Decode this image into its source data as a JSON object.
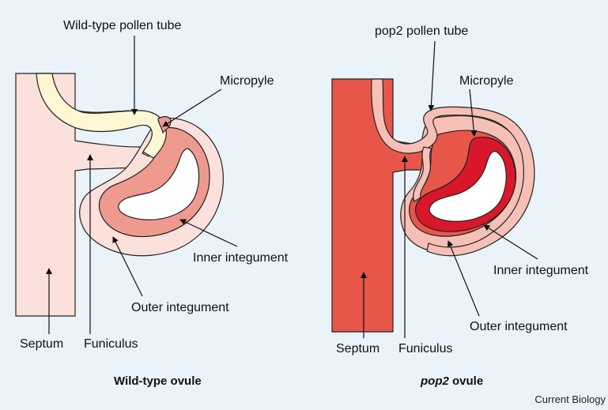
{
  "left_panel": {
    "pollen_tube_label": "Wild-type pollen tube",
    "micropyle_label": "Micropyle",
    "inner_integument_label": "Inner integument",
    "outer_integument_label": "Outer integument",
    "septum_label": "Septum",
    "funiculus_label": "Funiculus",
    "caption": "Wild-type ovule"
  },
  "right_panel": {
    "pollen_tube_label": "pop2 pollen tube",
    "micropyle_label": "Micropyle",
    "inner_integument_label": "Inner integument",
    "outer_integument_label": "Outer integument",
    "septum_label": "Septum",
    "funiculus_label": "Funiculus",
    "caption_italic": "pop2",
    "caption_rest": " ovule"
  },
  "credit": "Current Biology",
  "colors": {
    "background": "#eaf3f9",
    "wild_type_tissue": "#fbe0dc",
    "wild_type_tube": "#fdf7d3",
    "integument_salmon": "#ef9a8e",
    "integument_light": "#f6c0b6",
    "pop2_tissue": "#e8564a",
    "pop2_inner": "#d8182a"
  }
}
